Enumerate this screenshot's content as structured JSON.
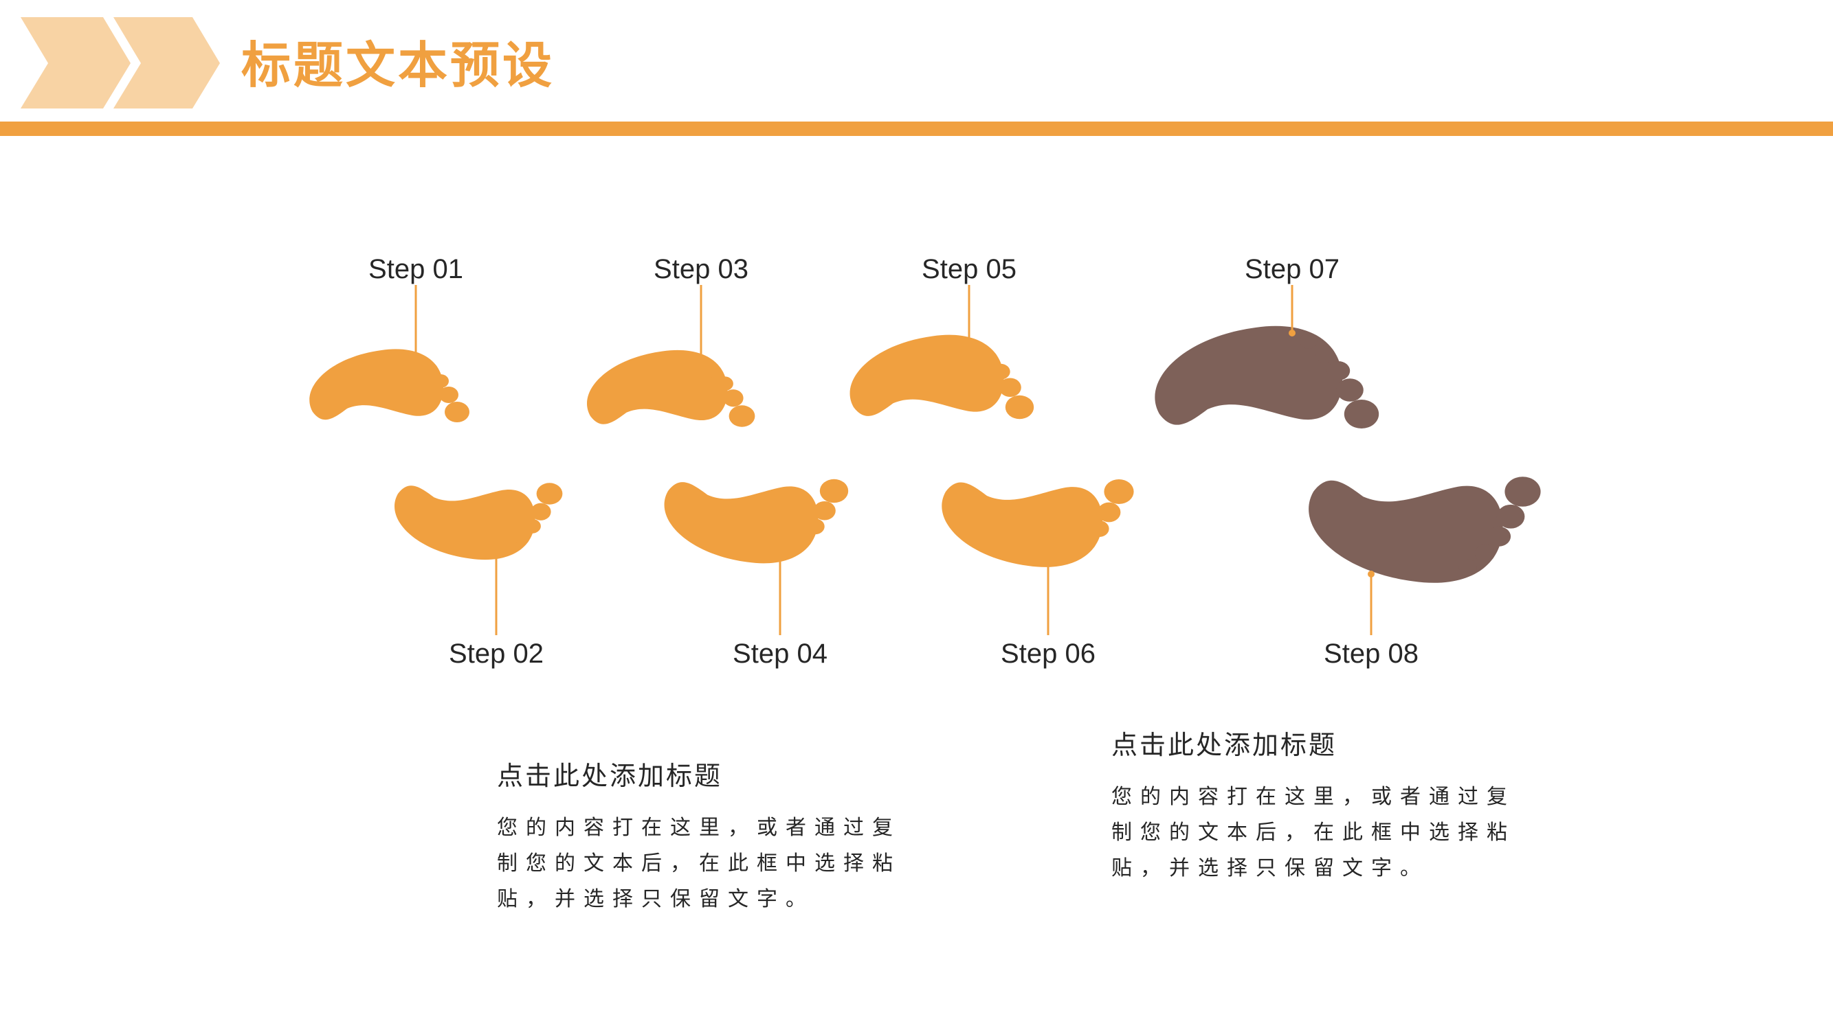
{
  "header": {
    "title": "标题文本预设",
    "accent_color": "#F0A040",
    "chevron_color": "#F8D3A4"
  },
  "diagram": {
    "orange": "#F0A040",
    "brown": "#7E6159",
    "steps": [
      {
        "label": "Step 01",
        "color": "orange"
      },
      {
        "label": "Step 02",
        "color": "orange"
      },
      {
        "label": "Step 03",
        "color": "orange"
      },
      {
        "label": "Step 04",
        "color": "orange"
      },
      {
        "label": "Step 05",
        "color": "orange"
      },
      {
        "label": "Step 06",
        "color": "orange"
      },
      {
        "label": "Step 07",
        "color": "brown"
      },
      {
        "label": "Step 08",
        "color": "brown"
      }
    ]
  },
  "blocks": [
    {
      "heading": "点击此处添加标题",
      "body": "您的内容打在这里，或者通过复制您的文本后，在此框中选择粘贴，并选择只保留文字。"
    },
    {
      "heading": "点击此处添加标题",
      "body": "您的内容打在这里，或者通过复制您的文本后，在此框中选择粘贴，并选择只保留文字。"
    }
  ]
}
